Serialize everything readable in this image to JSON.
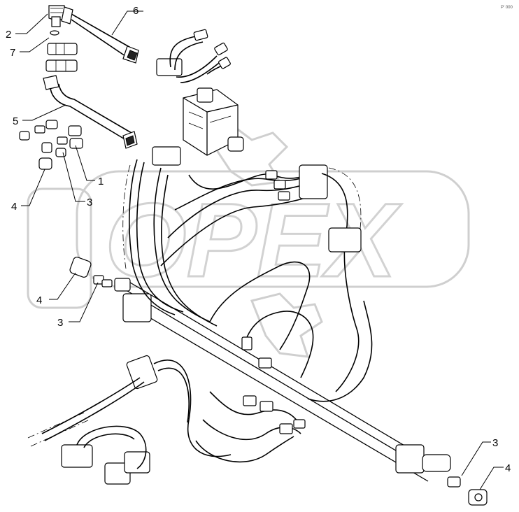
{
  "diagram": {
    "watermark": "OPEX",
    "corner_mark": "P' 000",
    "callouts": [
      {
        "id": "c-6",
        "label": "6"
      },
      {
        "id": "c-2",
        "label": "2"
      },
      {
        "id": "c-7",
        "label": "7"
      },
      {
        "id": "c-5",
        "label": "5"
      },
      {
        "id": "c-1",
        "label": "1"
      },
      {
        "id": "c-3a",
        "label": "3"
      },
      {
        "id": "c-4a",
        "label": "4"
      },
      {
        "id": "c-4b",
        "label": "4"
      },
      {
        "id": "c-3b",
        "label": "3"
      },
      {
        "id": "c-3c",
        "label": "3"
      },
      {
        "id": "c-4c",
        "label": "4"
      }
    ]
  }
}
